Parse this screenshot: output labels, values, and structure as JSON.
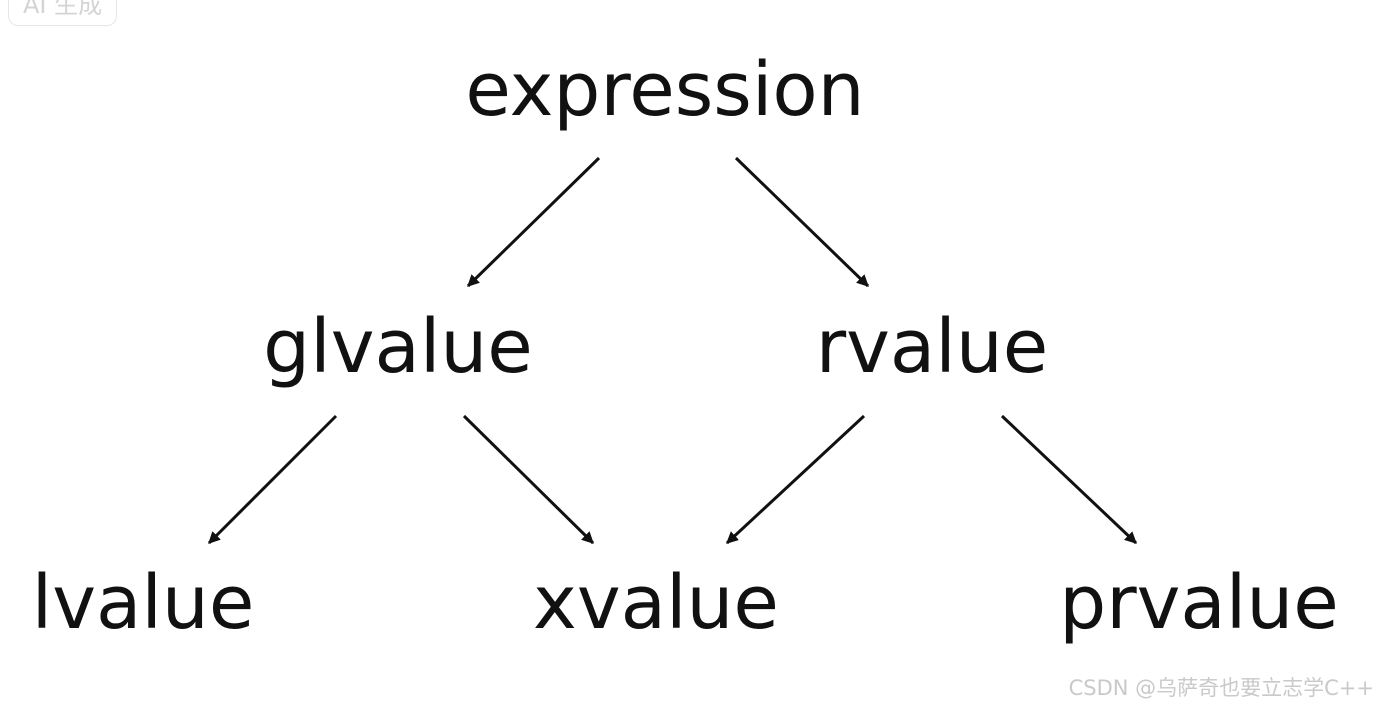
{
  "badge": {
    "label": "AI 生成"
  },
  "nodes": {
    "expression": "expression",
    "glvalue": "glvalue",
    "rvalue": "rvalue",
    "lvalue": "lvalue",
    "xvalue": "xvalue",
    "prvalue": "prvalue"
  },
  "watermark": "CSDN @乌萨奇也要立志学C++"
}
